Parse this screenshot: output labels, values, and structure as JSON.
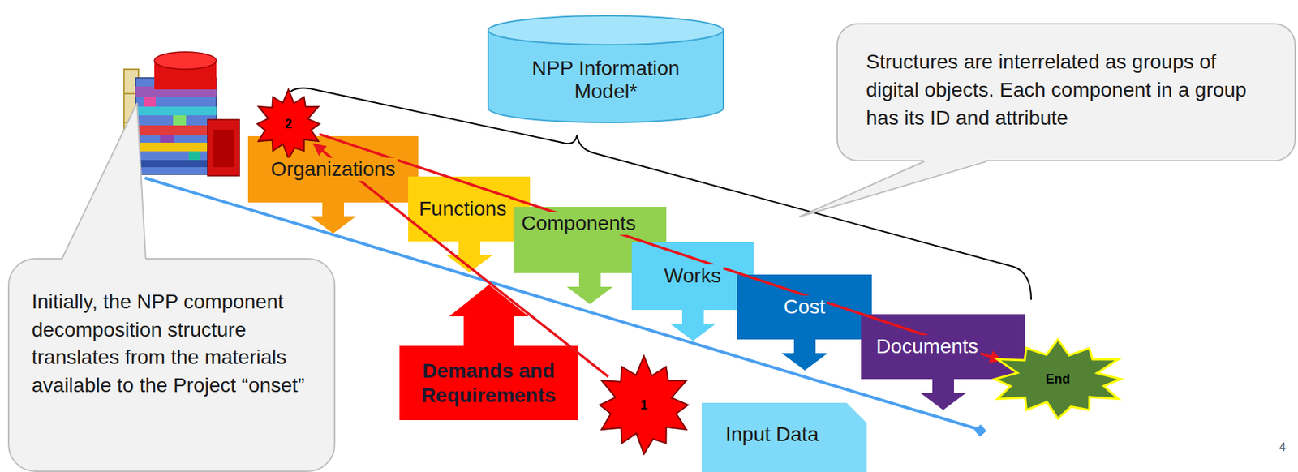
{
  "diagram": {
    "nodes": [
      {
        "text": [
          "NPP Information Model*"
        ]
      },
      {
        "text": [
          "Structures are interrelated as groups of digital objects. Each component in a group has its ID and attribute"
        ]
      },
      {
        "text": [
          "2"
        ]
      },
      {
        "text": [
          "Organizations"
        ]
      },
      {
        "text": [
          "Functions"
        ]
      },
      {
        "text": [
          "Components"
        ]
      },
      {
        "text": [
          "Works"
        ]
      },
      {
        "text": [
          "Cost"
        ]
      },
      {
        "text": [
          "Documents"
        ]
      },
      {
        "text": [
          "Initially, the NPP component decomposition structure translates from the materials available to the Project “onset”"
        ]
      },
      {
        "text": [
          "Demands and Requirements"
        ]
      },
      {
        "text": [
          "1"
        ]
      },
      {
        "text": [
          "Input Data"
        ]
      },
      {
        "text": [
          "End"
        ]
      }
    ],
    "edges": [
      {
        "from": 11,
        "to": 2,
        "arrow": "to"
      },
      {
        "from": 2,
        "to": 13,
        "arrow": "to"
      }
    ],
    "labels": [
      "4"
    ]
  }
}
